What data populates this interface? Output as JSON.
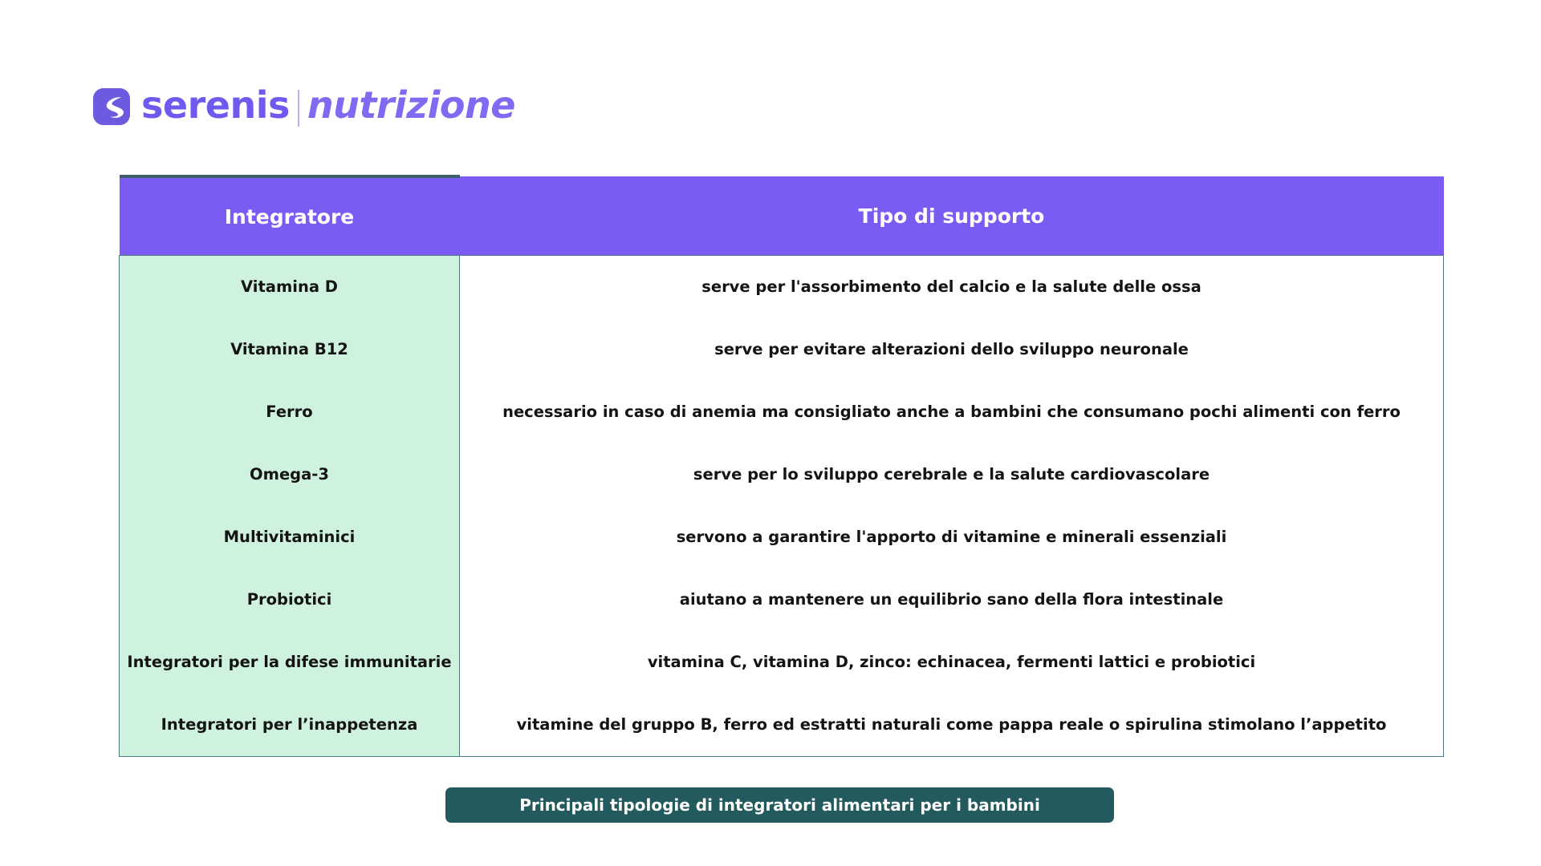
{
  "brand": {
    "logo_icon": "serenis-s-mark-icon",
    "name": "serenis",
    "divider": "|",
    "sub": "nutrizione",
    "accent_purple": "#6F5AF0"
  },
  "table": {
    "headers": {
      "col1": "Integratore",
      "col2": "Tipo di supporto"
    },
    "header_bg": "#7A5CF5",
    "name_col_bg": "#CFF2DE",
    "border_color": "#4d7b85",
    "rows": [
      {
        "name": "Vitamina D",
        "desc": "serve per l'assorbimento del calcio e la salute delle ossa"
      },
      {
        "name": "Vitamina B12",
        "desc": "serve per evitare alterazioni dello sviluppo neuronale"
      },
      {
        "name": "Ferro",
        "desc": "necessario in caso di anemia ma consigliato anche a bambini che consumano pochi alimenti con ferro"
      },
      {
        "name": "Omega-3",
        "desc": "serve per lo sviluppo cerebrale e la salute cardiovascolare"
      },
      {
        "name": "Multivitaminici",
        "desc": "servono a garantire l'apporto di vitamine e minerali essenziali"
      },
      {
        "name": "Probiotici",
        "desc": "aiutano a mantenere un equilibrio sano della flora intestinale"
      },
      {
        "name": "Integratori per la difese immunitarie",
        "desc": "vitamina C, vitamina D, zinco: echinacea, fermenti lattici e probiotici"
      },
      {
        "name": "Integratori per l’inappetenza",
        "desc": "vitamine del gruppo B, ferro ed estratti naturali come pappa reale o spirulina stimolano l’appetito"
      }
    ]
  },
  "caption": {
    "text": "Principali tipologie di integratori alimentari per i bambini",
    "bg": "#235A5E"
  }
}
